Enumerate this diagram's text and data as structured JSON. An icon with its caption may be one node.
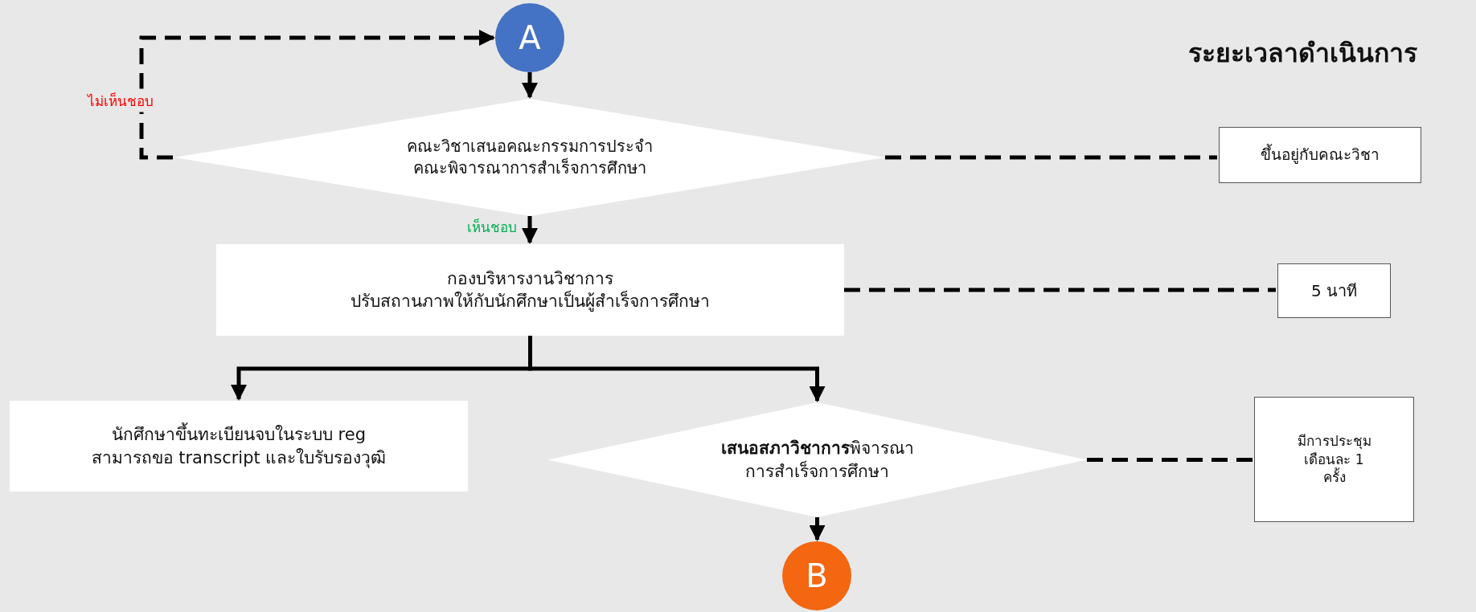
{
  "diagram": {
    "title": "ระยะเวลาดำเนินการ",
    "nodes": [
      {
        "text": [
          "A"
        ]
      },
      {
        "text": [
          "คณะวิชาเสนอคณะกรรมการประจำ คณะพิจารณาการสำเร็จการศึกษา"
        ]
      },
      {
        "text": [
          "ขึ้นอยู่กับคณะวิชา"
        ]
      },
      {
        "text": [
          "กองบริหารงานวิชาการ",
          "ปรับสถานภาพให้กับนักศึกษาเป็นผู้สำเร็จการศึกษา"
        ]
      },
      {
        "text": [
          "5 นาที"
        ]
      },
      {
        "text": [
          "นักศึกษาขึ้นทะเบียนจบในระบบ reg สามารถขอ transcript และใบรับรองวุฒิ"
        ]
      },
      {
        "text": [
          "**เสนอสภาวิชาการ**พิจารณา การสำเร็จการศึกษา"
        ]
      },
      {
        "text": [
          "มีการประชุม เดือนละ 1 ครั้ง"
        ]
      },
      {
        "text": [
          "B"
        ]
      }
    ],
    "edges": [
      {
        "from": 1,
        "to": 0,
        "arrow": "to",
        "style": "dashed",
        "label": "ไม่เห็นชอบ",
        "color": "#000000"
      },
      {
        "from": 0,
        "to": 1,
        "arrow": "to"
      },
      {
        "from": 1,
        "to": 2,
        "arrow": "none",
        "style": "dashed"
      },
      {
        "from": 1,
        "to": 3,
        "arrow": "to",
        "label": "เห็นชอบ"
      },
      {
        "from": 3,
        "to": 4,
        "arrow": "none",
        "style": "dashed"
      },
      {
        "from": 3,
        "to": 5,
        "arrow": "to"
      },
      {
        "from": 3,
        "to": 6,
        "arrow": "to"
      },
      {
        "from": 6,
        "to": 7,
        "arrow": "none",
        "style": "dashed"
      },
      {
        "from": 6,
        "to": 8,
        "arrow": "to"
      }
    ]
  }
}
